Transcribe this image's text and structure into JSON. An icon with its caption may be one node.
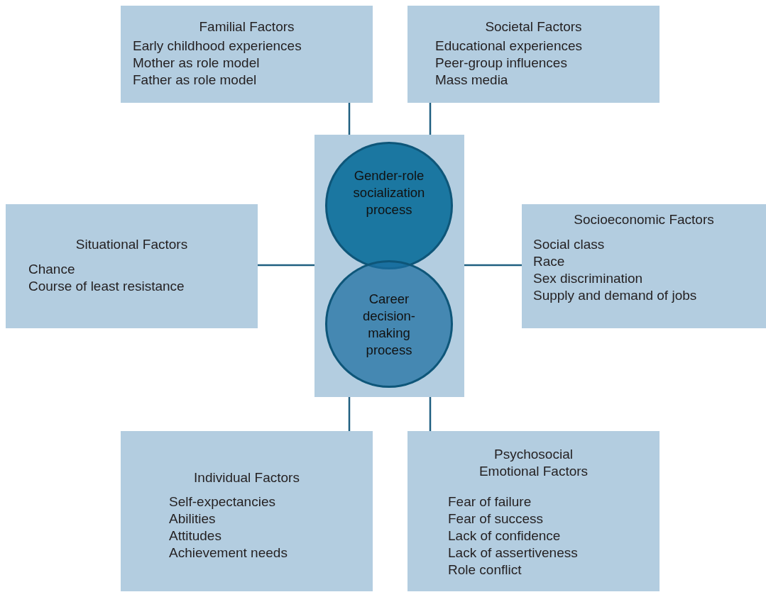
{
  "diagram": {
    "nodes": [
      {
        "text": [
          "Familial Factors",
          "Early childhood experiences",
          "Mother as role model",
          "Father as role model"
        ]
      },
      {
        "text": [
          "Societal Factors",
          "Educational experiences",
          "Peer-group influences",
          "Mass media"
        ]
      },
      {
        "text": [
          "Situational Factors",
          "Chance",
          "Course of least resistance"
        ]
      },
      {
        "text": [],
        "shape": "box"
      },
      {
        "text": [
          "Gender-role socialization process"
        ],
        "in": 3
      },
      {
        "text": [
          "Career decision-making process"
        ],
        "in": 3
      },
      {
        "text": [
          "Socioeconomic Factors",
          "Social class",
          "Race",
          "Sex discrimination",
          "Supply and demand of jobs"
        ]
      },
      {
        "text": [
          "Individual Factors",
          "Self-expectancies",
          "Abilities",
          "Attitudes",
          "Achievement needs"
        ]
      },
      {
        "text": [
          "Psychosocial Emotional Factors",
          "Fear of failure",
          "Fear of success",
          "Lack of confidence",
          "Lack of assertiveness",
          "Role conflict"
        ]
      }
    ],
    "edges": [
      {
        "from": 0,
        "to": 3,
        "arrow": "none"
      },
      {
        "from": 1,
        "to": 3,
        "arrow": "none"
      },
      {
        "from": 2,
        "to": 3,
        "arrow": "none"
      },
      {
        "from": 6,
        "to": 3,
        "arrow": "none"
      },
      {
        "from": 7,
        "to": 3,
        "arrow": "none"
      },
      {
        "from": 8,
        "to": 3,
        "arrow": "none"
      }
    ]
  }
}
